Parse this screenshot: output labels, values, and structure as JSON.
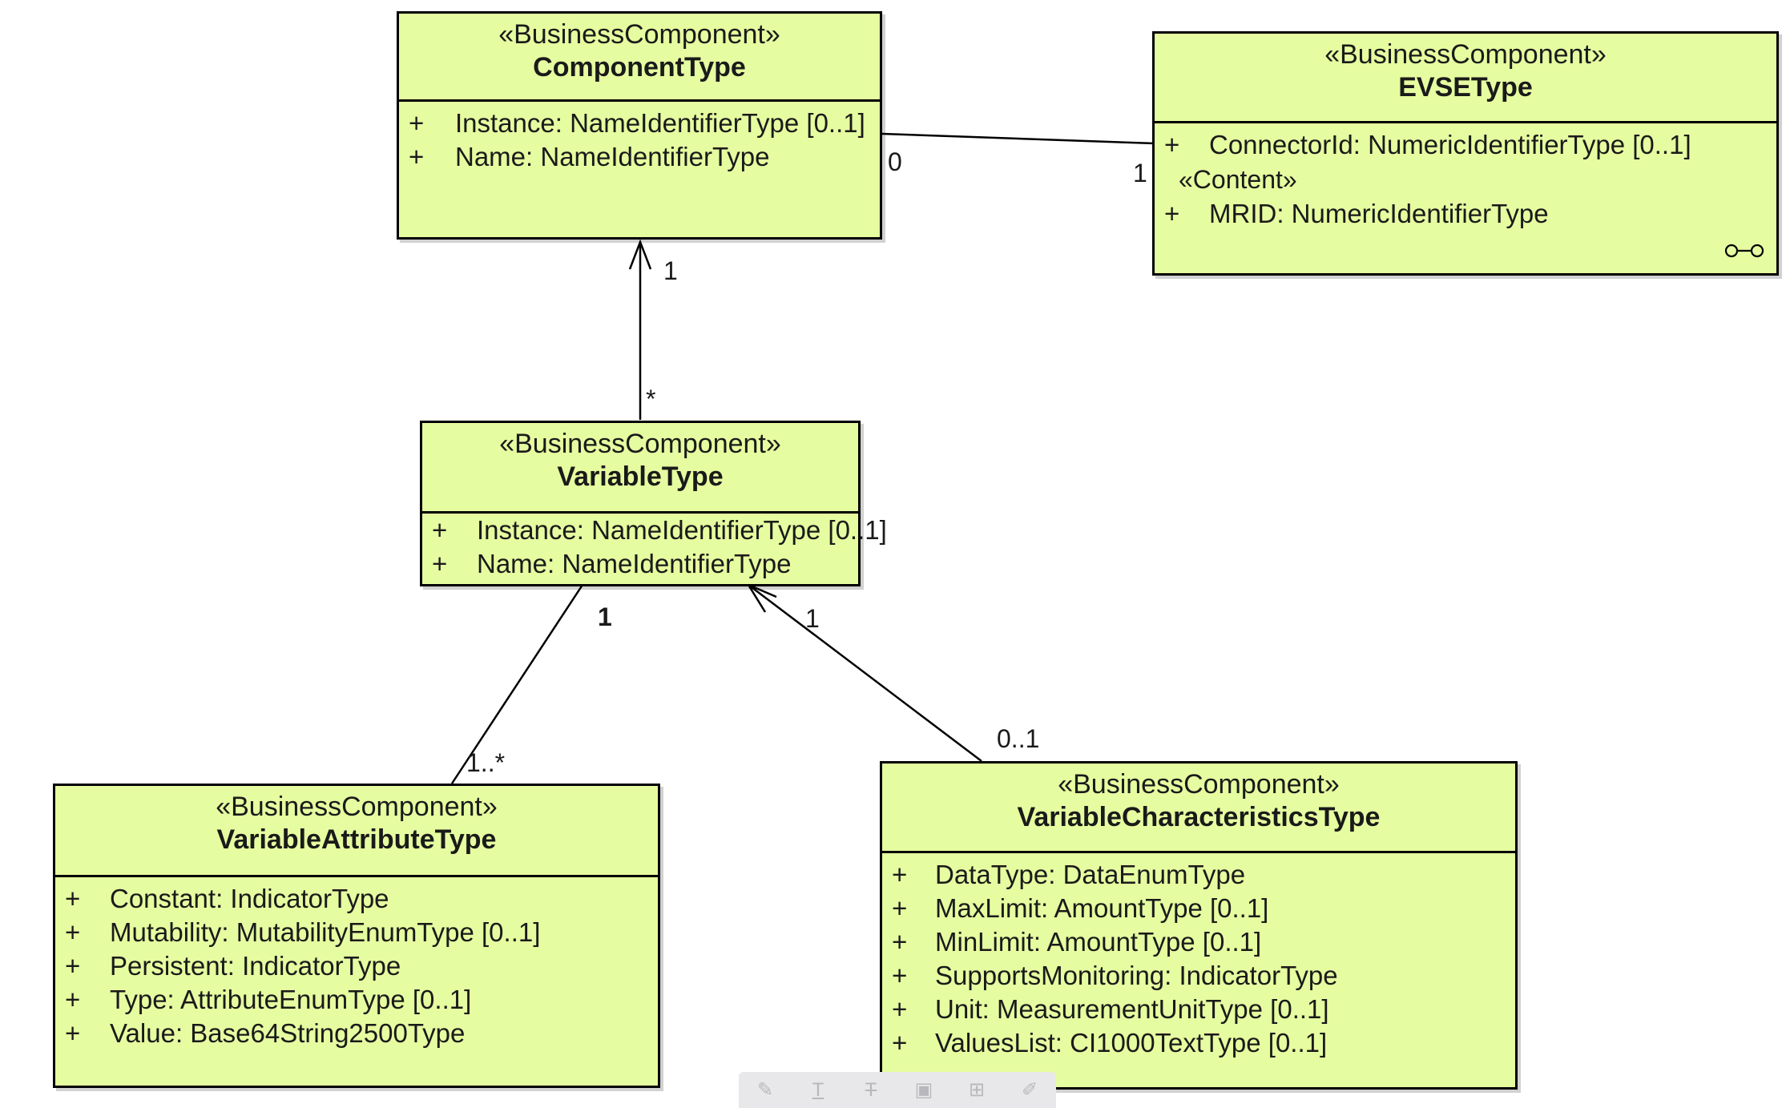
{
  "classes": {
    "component_type": {
      "stereotype": "«BusinessComponent»",
      "name": "ComponentType",
      "attributes": [
        {
          "vis": "+",
          "text": "Instance: NameIdentifierType [0..1]"
        },
        {
          "vis": "+",
          "text": "Name: NameIdentifierType"
        }
      ]
    },
    "evse_type": {
      "stereotype": "«BusinessComponent»",
      "name": "EVSEType",
      "attributes": [
        {
          "vis": "+",
          "text": "ConnectorId: NumericIdentifierType [0..1]"
        }
      ],
      "content_stereotype": "«Content»",
      "content_attributes": [
        {
          "vis": "+",
          "text": "MRID: NumericIdentifierType"
        }
      ]
    },
    "variable_type": {
      "stereotype": "«BusinessComponent»",
      "name": "VariableType",
      "attributes": [
        {
          "vis": "+",
          "text": "Instance: NameIdentifierType [0..1]"
        },
        {
          "vis": "+",
          "text": "Name: NameIdentifierType"
        }
      ]
    },
    "variable_attribute_type": {
      "stereotype": "«BusinessComponent»",
      "name": "VariableAttributeType",
      "attributes": [
        {
          "vis": "+",
          "text": "Constant: IndicatorType"
        },
        {
          "vis": "+",
          "text": "Mutability: MutabilityEnumType [0..1]"
        },
        {
          "vis": "+",
          "text": "Persistent: IndicatorType"
        },
        {
          "vis": "+",
          "text": "Type: AttributeEnumType [0..1]"
        },
        {
          "vis": "+",
          "text": "Value: Base64String2500Type"
        }
      ]
    },
    "variable_characteristics_type": {
      "stereotype": "«BusinessComponent»",
      "name": "VariableCharacteristicsType",
      "attributes": [
        {
          "vis": "+",
          "text": "DataType: DataEnumType"
        },
        {
          "vis": "+",
          "text": "MaxLimit: AmountType [0..1]"
        },
        {
          "vis": "+",
          "text": "MinLimit: AmountType [0..1]"
        },
        {
          "vis": "+",
          "text": "SupportsMonitoring: IndicatorType"
        },
        {
          "vis": "+",
          "text": "Unit: MeasurementUnitType [0..1]"
        },
        {
          "vis": "+",
          "text": "ValuesList: CI1000TextType [0..1]"
        }
      ]
    }
  },
  "multiplicities": {
    "component_evse_source": "0",
    "component_evse_target": "1",
    "variable_component_target": "1",
    "variable_component_source": "*",
    "variable_attribute_source": "1",
    "variable_attribute_target": "1..*",
    "characteristics_variable_target": "1",
    "characteristics_variable_source": "0..1"
  },
  "icons": {
    "evse_link": "linked-element-icon",
    "toolbar": [
      "pencil-icon",
      "text-icon",
      "text-strike-icon",
      "clipboard-icon",
      "layout-icon",
      "edit-note-icon"
    ]
  },
  "colors": {
    "class_fill": "#e6fca0",
    "border": "#000000"
  }
}
